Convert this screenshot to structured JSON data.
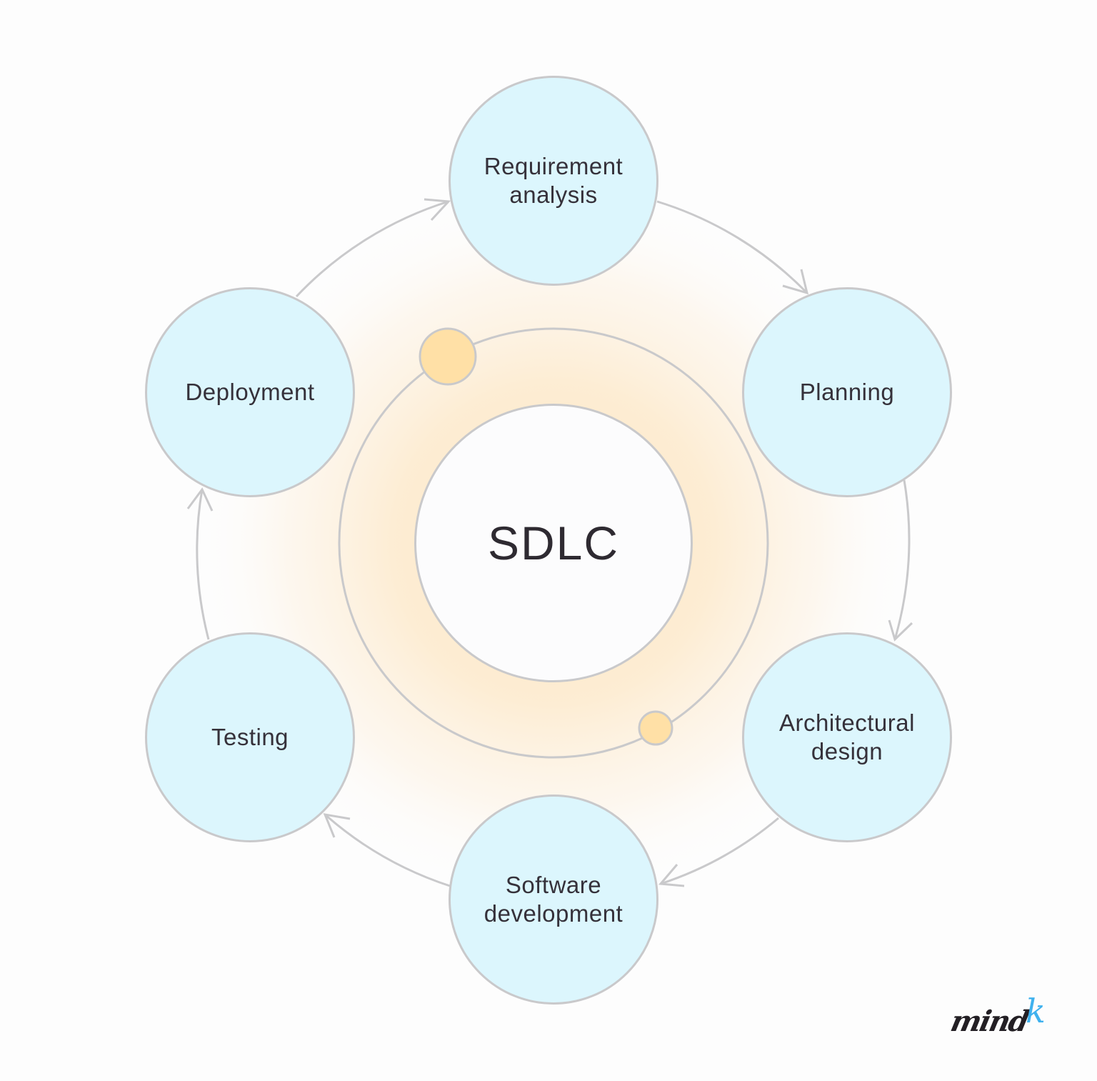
{
  "title": "SDLC",
  "stages": [
    {
      "id": "requirement-analysis",
      "lines": [
        "Requirement",
        "analysis"
      ]
    },
    {
      "id": "planning",
      "lines": [
        "Planning"
      ]
    },
    {
      "id": "architectural-design",
      "lines": [
        "Architectural",
        "design"
      ]
    },
    {
      "id": "software-development",
      "lines": [
        "Software",
        "development"
      ]
    },
    {
      "id": "testing",
      "lines": [
        "Testing"
      ]
    },
    {
      "id": "deployment",
      "lines": [
        "Deployment"
      ]
    }
  ],
  "logo": {
    "main": "mind",
    "accent": "k"
  },
  "colors": {
    "node_fill": "#dcf6fd",
    "stroke": "#c9c9cb",
    "orbit_dot": "#ffe0a6",
    "glow": "#fde8c4",
    "text": "#35313a",
    "logo_accent": "#3fb1ee"
  }
}
